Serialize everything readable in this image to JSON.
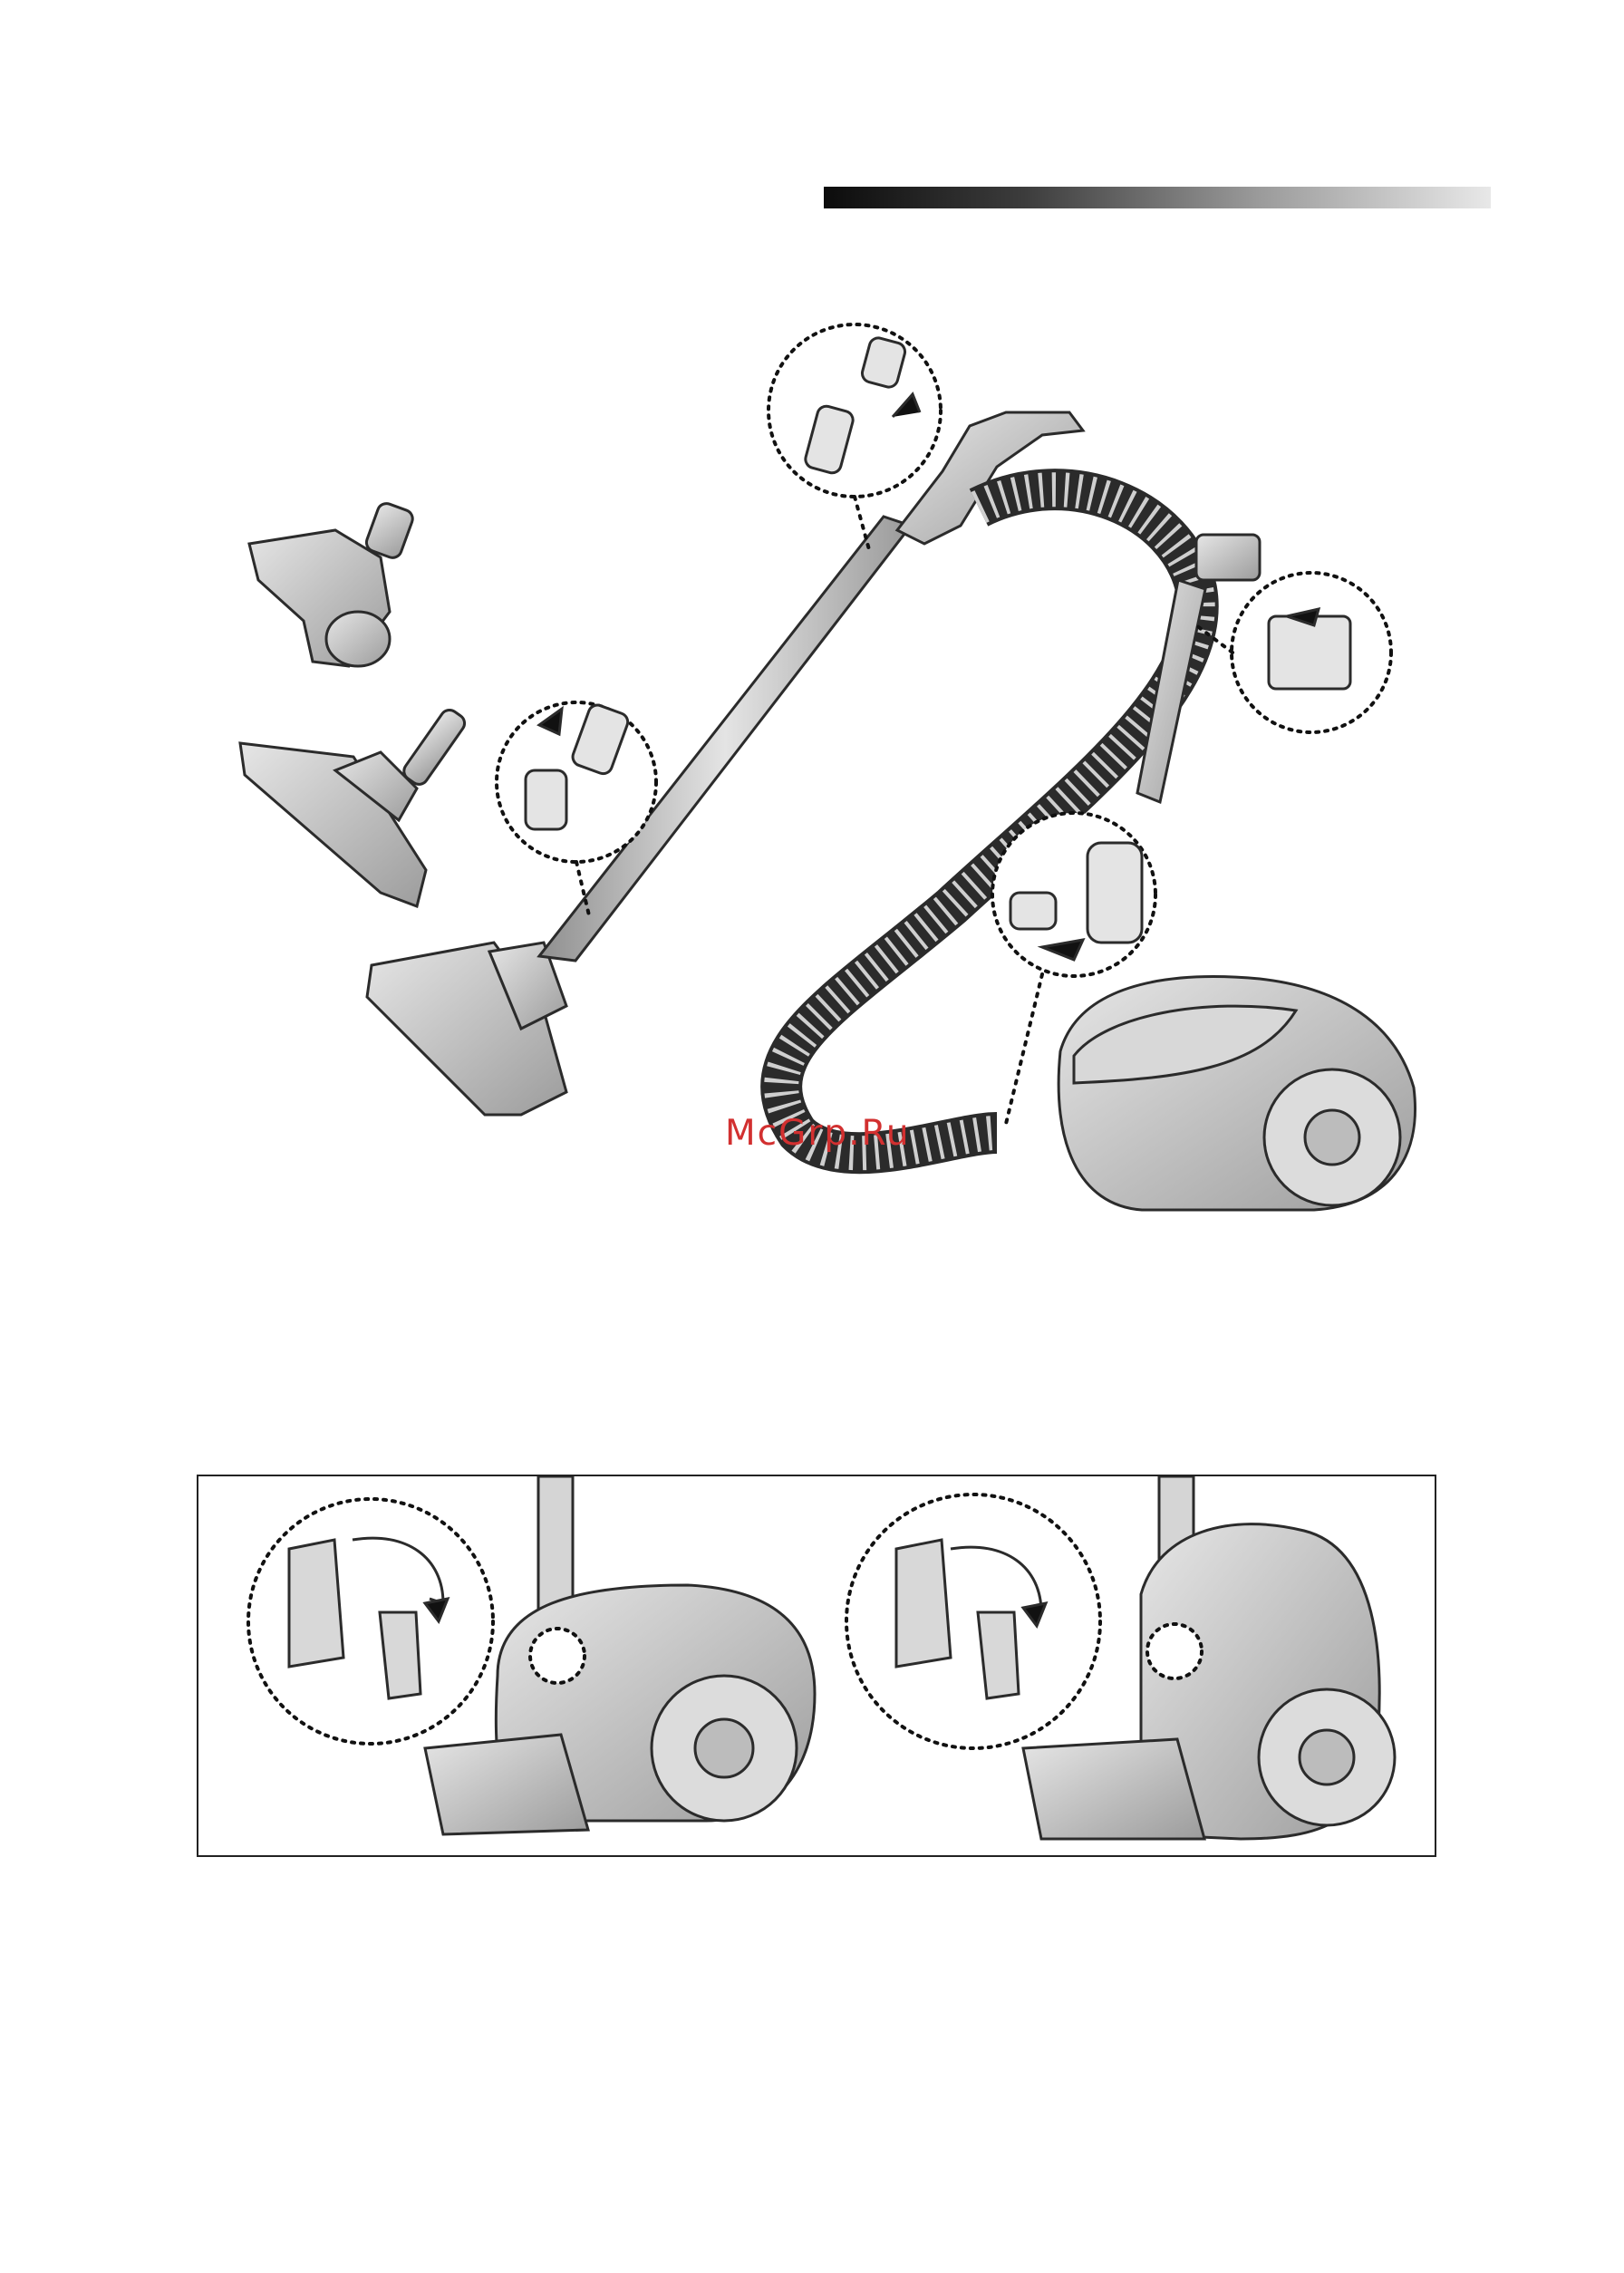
{
  "watermark": "McGrp.Ru",
  "footer": "",
  "colors": {
    "outline": "#2b2b2b",
    "body_fill": "#c9c9c9",
    "body_light": "#e2e2e2",
    "body_dark": "#9a9a9a",
    "watermark": "#d23030"
  },
  "icons": [
    "arrow-icon",
    "zoom-circle",
    "turbo-brush",
    "floor-brush",
    "crevice-tool",
    "vacuum-body"
  ]
}
